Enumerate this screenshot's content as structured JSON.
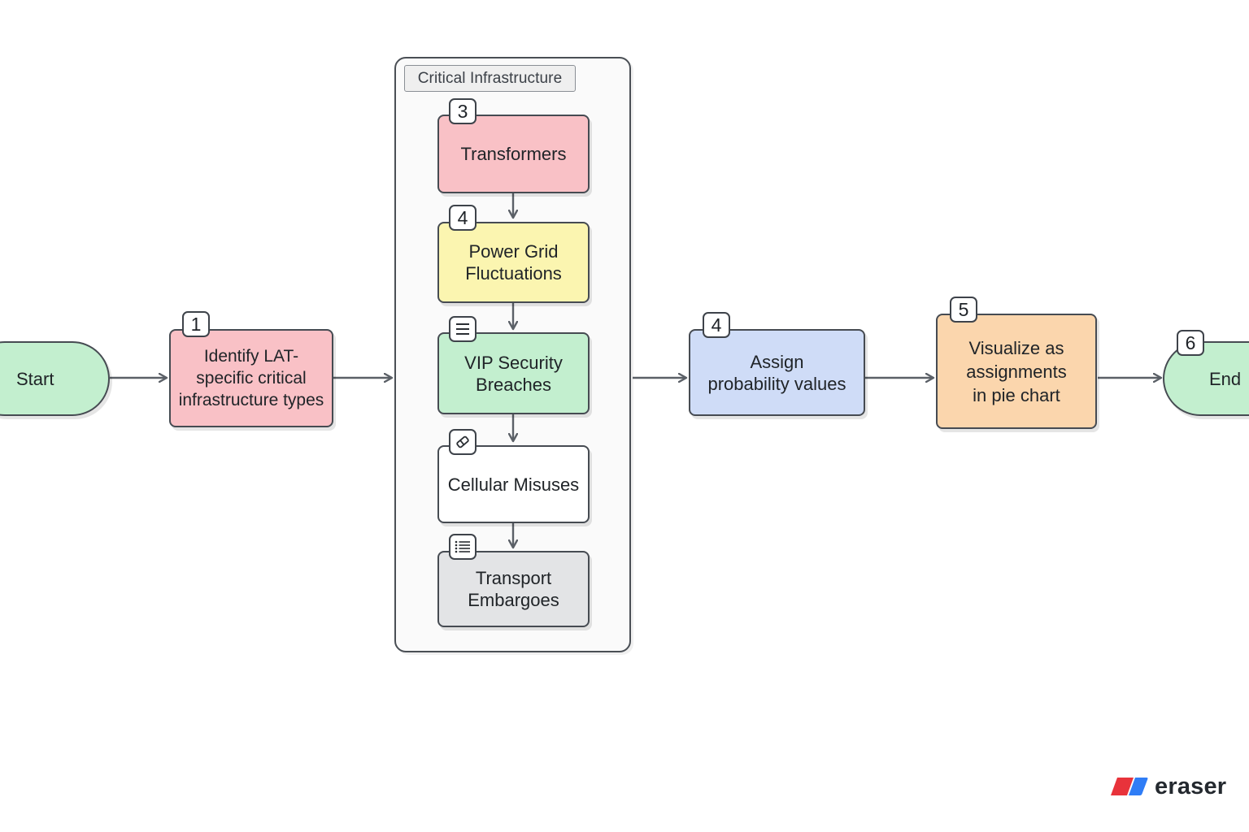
{
  "colors": {
    "red": "#f9c1c6",
    "yellow": "#fbf5b0",
    "green": "#c3efcf",
    "white": "#ffffff",
    "gray": "#e3e4e6",
    "blue": "#cfdcf7",
    "orange": "#fbd6ad",
    "stroke": "#464b52",
    "arrow": "#5b6067"
  },
  "group": {
    "label": "Critical Infrastructure"
  },
  "nodes": {
    "start": {
      "label": "Start"
    },
    "identify": {
      "label": "Identify LAT-\nspecific critical\ninfrastructure types",
      "badge": "1"
    },
    "transformers": {
      "label": "Transformers",
      "badge": "3"
    },
    "power_grid": {
      "label": "Power Grid\nFluctuations",
      "badge": "4"
    },
    "vip_security": {
      "label": "VIP Security\nBreaches",
      "badge_icon": "menu-lines-icon"
    },
    "cellular": {
      "label": "Cellular Misuses",
      "badge_icon": "eraser-tool-icon"
    },
    "transport": {
      "label": "Transport\nEmbargoes",
      "badge_icon": "list-icon"
    },
    "assign": {
      "label": "Assign\nprobability values",
      "badge": "4"
    },
    "visualize": {
      "label": "Visualize as\nassignments\nin pie chart",
      "badge": "5"
    },
    "end": {
      "label": "End",
      "badge": "6"
    }
  },
  "logo": {
    "text": "eraser",
    "icon": "eraser-logo-icon",
    "red": "#e8333b",
    "blue": "#2f7df6"
  }
}
